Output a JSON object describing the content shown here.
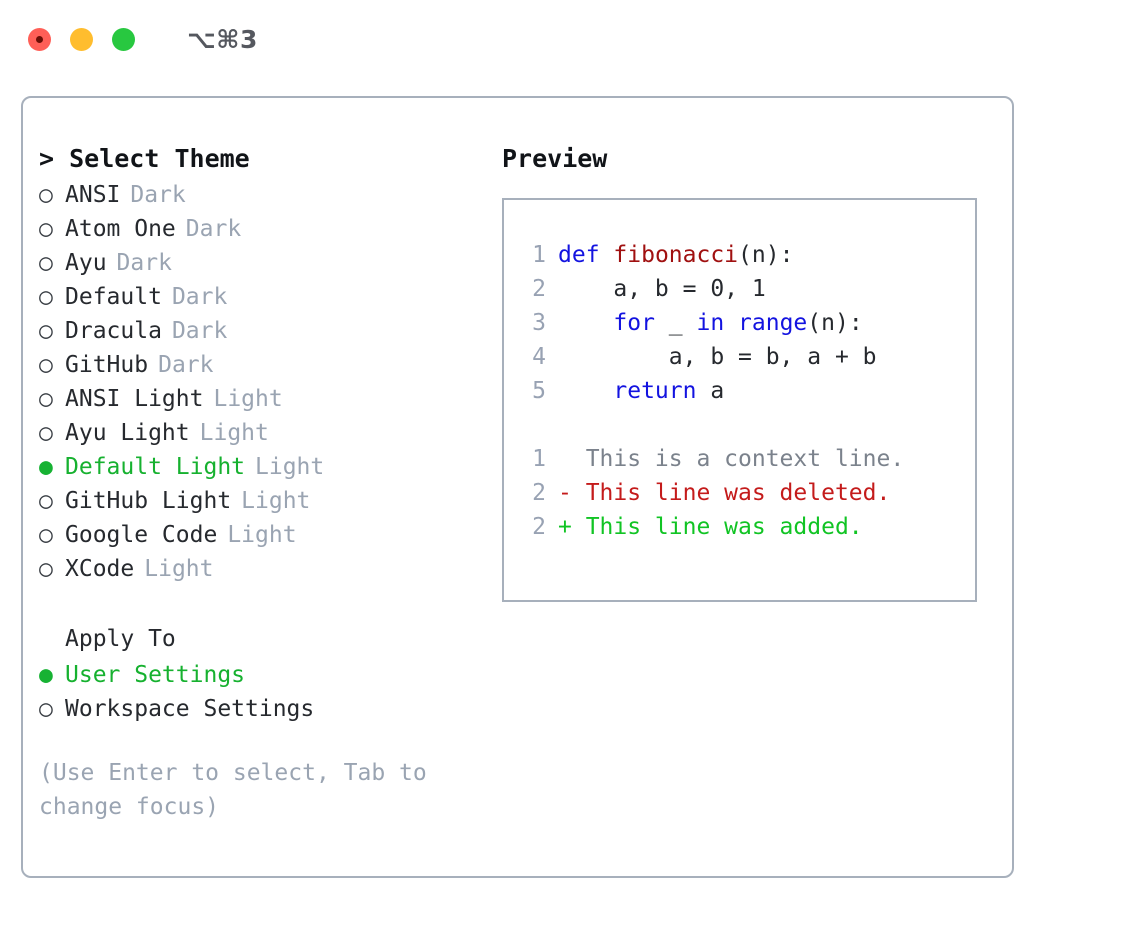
{
  "window": {
    "shortcut": "⌥⌘3",
    "traffic_lights": [
      {
        "name": "close",
        "color": "#ff5f57"
      },
      {
        "name": "minimize",
        "color": "#ffbd2e"
      },
      {
        "name": "maximize",
        "color": "#28c840"
      }
    ]
  },
  "theme_picker": {
    "header": "> Select Theme",
    "selected_theme": "Default Light",
    "bullet_selected": "●",
    "bullet_unselected": "○",
    "accent_color": "#16b12f",
    "muted_color": "#9aa4b2",
    "items": [
      {
        "bullet": "○",
        "name": "ANSI",
        "variant": "Dark",
        "selected": false
      },
      {
        "bullet": "○",
        "name": "Atom One",
        "variant": "Dark",
        "selected": false
      },
      {
        "bullet": "○",
        "name": "Ayu",
        "variant": "Dark",
        "selected": false
      },
      {
        "bullet": "○",
        "name": "Default",
        "variant": "Dark",
        "selected": false
      },
      {
        "bullet": "○",
        "name": "Dracula",
        "variant": "Dark",
        "selected": false
      },
      {
        "bullet": "○",
        "name": "GitHub",
        "variant": "Dark",
        "selected": false
      },
      {
        "bullet": "○",
        "name": "ANSI Light",
        "variant": "Light",
        "selected": false
      },
      {
        "bullet": "○",
        "name": "Ayu Light",
        "variant": "Light",
        "selected": false
      },
      {
        "bullet": "●",
        "name": "Default Light",
        "variant": "Light",
        "selected": true
      },
      {
        "bullet": "○",
        "name": "GitHub Light",
        "variant": "Light",
        "selected": false
      },
      {
        "bullet": "○",
        "name": "Google Code",
        "variant": "Light",
        "selected": false
      },
      {
        "bullet": "○",
        "name": "XCode",
        "variant": "Light",
        "selected": false
      }
    ]
  },
  "apply_to": {
    "header": "Apply To",
    "selected": "User Settings",
    "options": [
      {
        "bullet": "●",
        "label": "User Settings",
        "selected": true
      },
      {
        "bullet": "○",
        "label": "Workspace Settings",
        "selected": false
      }
    ]
  },
  "hint": "(Use Enter to select, Tab to change focus)",
  "preview": {
    "header": "Preview",
    "code": [
      {
        "lineno": "1",
        "tokens": [
          {
            "t": "def",
            "c": "kw"
          },
          {
            "t": " ",
            "c": "pl"
          },
          {
            "t": "fibonacci",
            "c": "fn"
          },
          {
            "t": "(n):",
            "c": "pl"
          }
        ]
      },
      {
        "lineno": "2",
        "tokens": [
          {
            "t": "    a, b = 0, 1",
            "c": "pl"
          }
        ]
      },
      {
        "lineno": "3",
        "tokens": [
          {
            "t": "    ",
            "c": "pl"
          },
          {
            "t": "for",
            "c": "kw"
          },
          {
            "t": " _ ",
            "c": "pl"
          },
          {
            "t": "in",
            "c": "kw"
          },
          {
            "t": " ",
            "c": "pl"
          },
          {
            "t": "range",
            "c": "kw"
          },
          {
            "t": "(n):",
            "c": "pl"
          }
        ]
      },
      {
        "lineno": "4",
        "tokens": [
          {
            "t": "        a, b = b, a + b",
            "c": "pl"
          }
        ]
      },
      {
        "lineno": "5",
        "tokens": [
          {
            "t": "    ",
            "c": "pl"
          },
          {
            "t": "return",
            "c": "kw"
          },
          {
            "t": " a",
            "c": "pl"
          }
        ]
      }
    ],
    "diff": [
      {
        "lineno": "1",
        "marker": " ",
        "text": "  This is a context line.",
        "kind": "d-ctx"
      },
      {
        "lineno": "2",
        "marker": "-",
        "text": "- This line was deleted.",
        "kind": "d-del"
      },
      {
        "lineno": "2",
        "marker": "+",
        "text": "+ This line was added.",
        "kind": "d-add"
      }
    ]
  }
}
